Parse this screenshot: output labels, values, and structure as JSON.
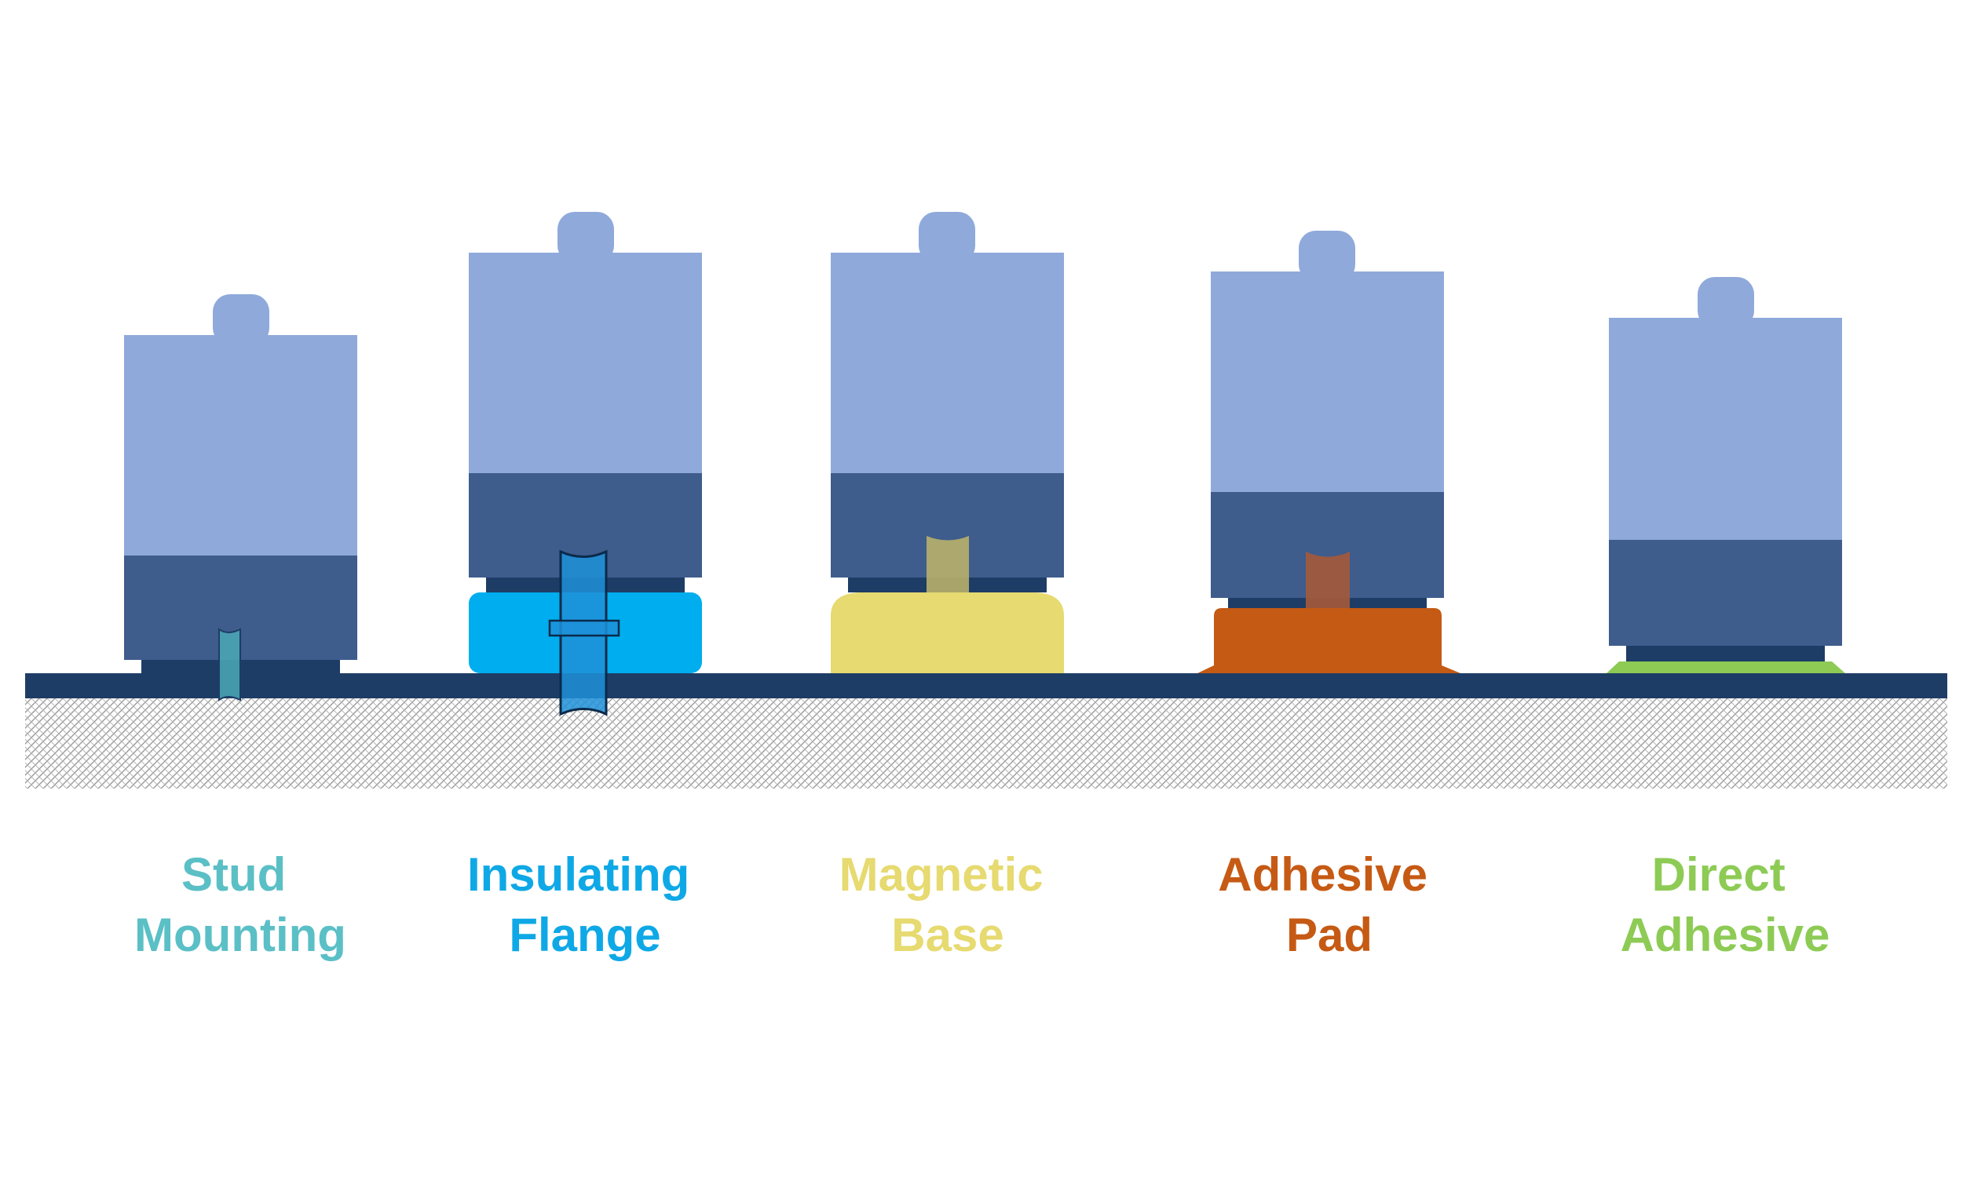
{
  "diagram": {
    "colors": {
      "sensor_top": "#8FA9DB",
      "sensor_bottom": "#3E5C8C",
      "sensor_base": "#1E3D66",
      "surface_plate": "#1E3D66",
      "hatch_line": "#9A9A9A",
      "background": "#FFFFFF"
    },
    "methods": [
      {
        "id": "stud",
        "label_line1": "Stud",
        "label_line2": "Mounting",
        "color": "#5BBFC6",
        "part_color": "#4AA8B5"
      },
      {
        "id": "flange",
        "label_line1": "Insulating",
        "label_line2": "Flange",
        "color": "#0FA8E6",
        "part_color": "#00ADEE",
        "bolt_color": "#1E90D8"
      },
      {
        "id": "magnetic",
        "label_line1": "Magnetic",
        "label_line2": "Base",
        "color": "#E6DA70",
        "part_color": "#E6DA70",
        "stud_color": "#B8B06A"
      },
      {
        "id": "adhesive-pad",
        "label_line1": "Adhesive",
        "label_line2": "Pad",
        "color": "#C65A14",
        "part_color": "#C55A14",
        "stud_color": "#A5593A"
      },
      {
        "id": "direct",
        "label_line1": "Direct",
        "label_line2": "Adhesive",
        "color": "#8DCB55",
        "part_color": "#8DCB55"
      }
    ]
  }
}
